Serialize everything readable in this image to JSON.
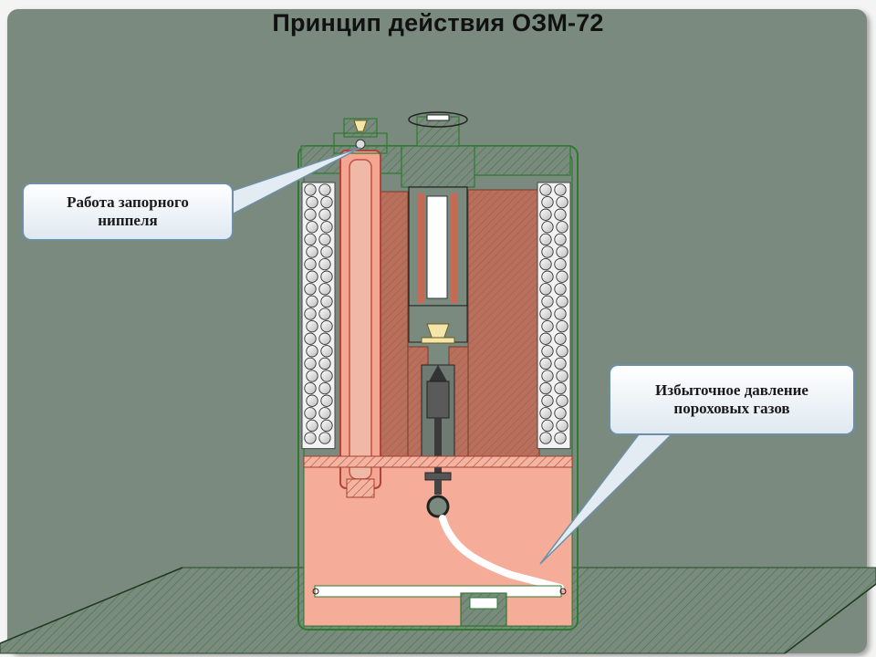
{
  "title": "Принцип действия ОЗМ-72",
  "callouts": {
    "shutoff_nipple": "Работа запорного\nниппеля",
    "powder_gas_pressure": "Избыточное давление\nпороховых газов"
  },
  "colors": {
    "background": "#7a8a7f",
    "case_outline": "#2f7a2f",
    "charge_fill": "#f5aa95",
    "explosive_fill": "#b86a55",
    "callout_border": "#6f8fa6"
  }
}
